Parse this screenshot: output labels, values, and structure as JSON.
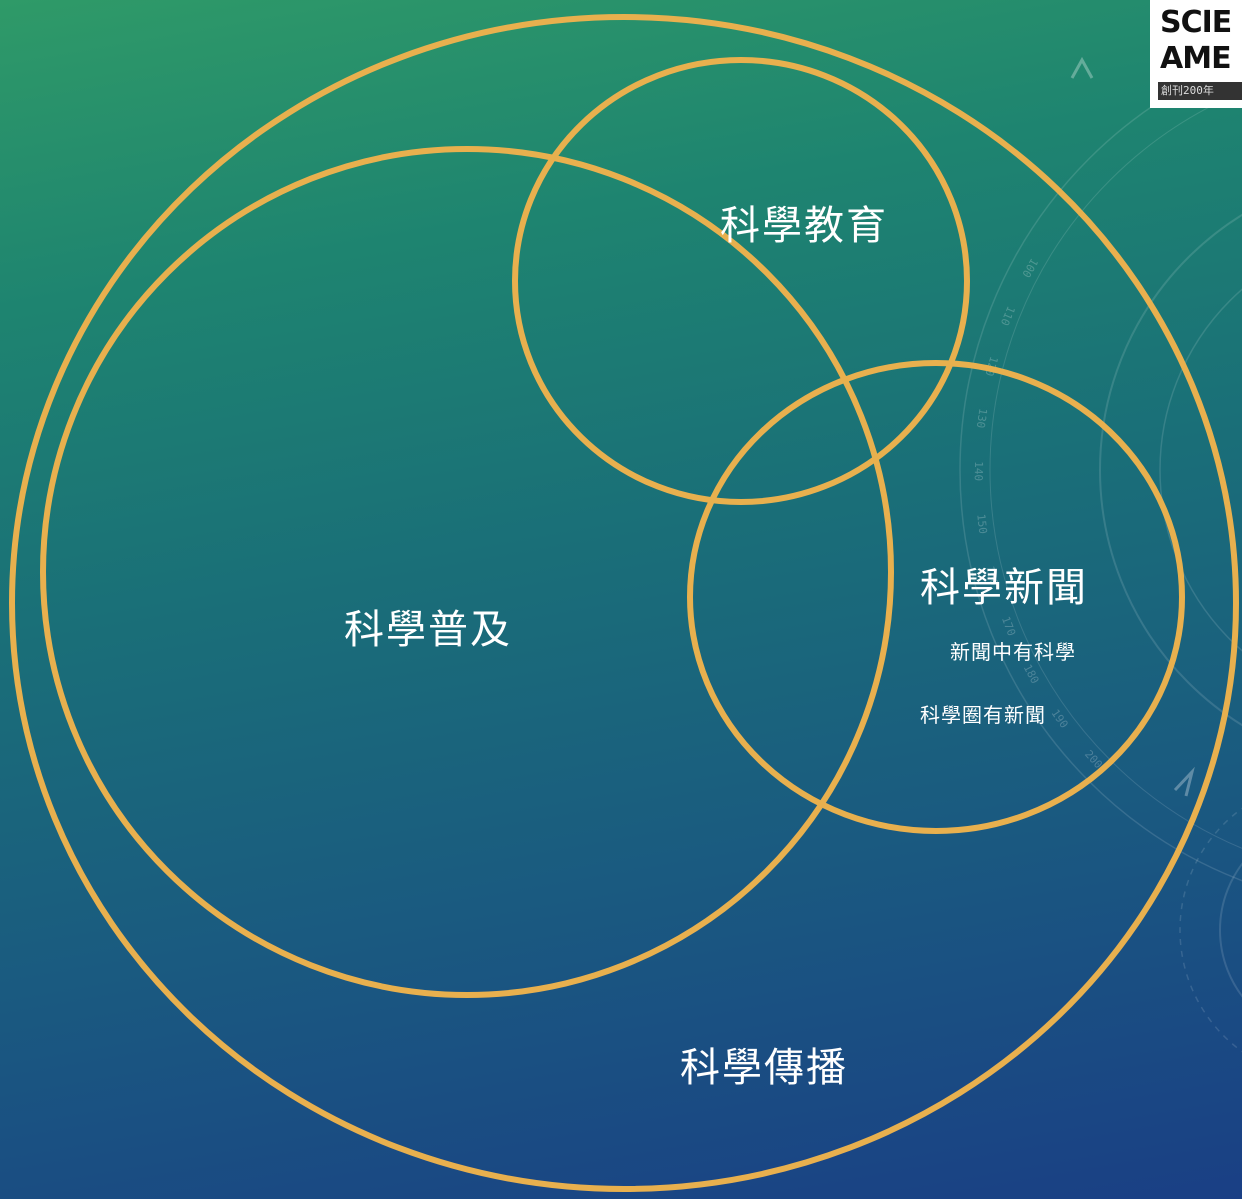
{
  "diagram": {
    "outer_label": "科學傳播",
    "popularization_label": "科學普及",
    "education_label": "科學教育",
    "journalism": {
      "label": "科學新聞",
      "line1": "新聞中有科學",
      "line2": "科學圈有新聞"
    },
    "ring_color": "#e8b04e"
  },
  "logo": {
    "line1": "SCIE",
    "line2": "AME",
    "strip": "創刊200年"
  },
  "decoration": {
    "dial_ticks": [
      "200",
      "190",
      "180",
      "170",
      "160",
      "150",
      "140",
      "130",
      "120",
      "110",
      "100"
    ]
  }
}
